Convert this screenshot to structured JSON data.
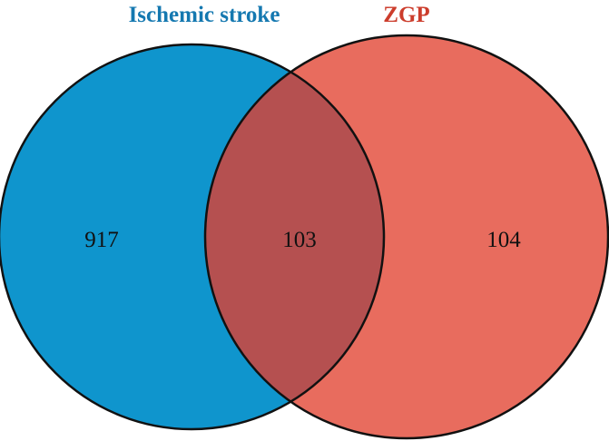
{
  "diagram": {
    "type": "venn",
    "sets": [
      {
        "label": "Ischemic stroke",
        "color": "#0f95cd",
        "label_color": "#1478b0"
      },
      {
        "label": "ZGP",
        "color": "#e86c5e",
        "label_color": "#cc3d2c"
      }
    ],
    "regions": {
      "left_only": "917",
      "intersection": "103",
      "right_only": "104"
    },
    "intersection_color": "#b55050",
    "outline_color": "#111111"
  }
}
